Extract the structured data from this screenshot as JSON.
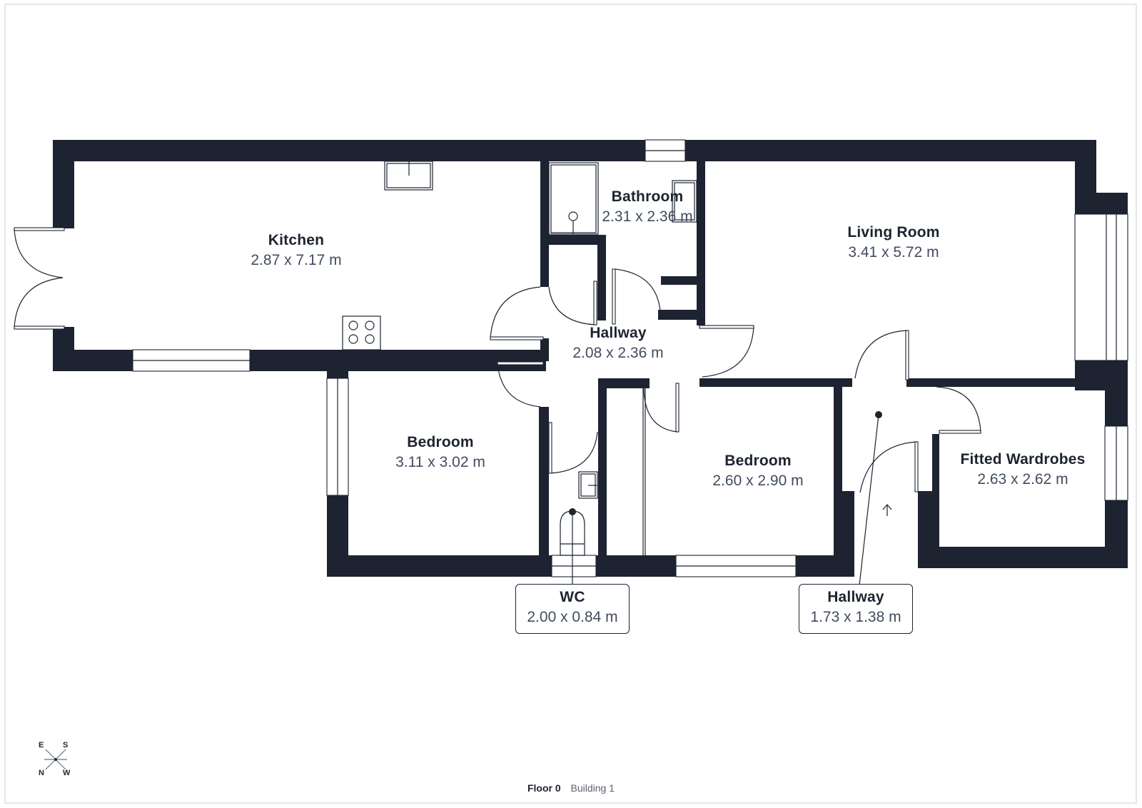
{
  "plan": {
    "floor_label": "Floor 0",
    "building_label": "Building 1",
    "wall_color": "#1d2330",
    "text_color": "#414c5e"
  },
  "rooms": [
    {
      "id": "kitchen",
      "name": "Kitchen",
      "dimensions": "2.87 x 7.17 m"
    },
    {
      "id": "bathroom",
      "name": "Bathroom",
      "dimensions": "2.31 x 2.36 m"
    },
    {
      "id": "living-room",
      "name": "Living Room",
      "dimensions": "3.41 x 5.72 m"
    },
    {
      "id": "hallway-main",
      "name": "Hallway",
      "dimensions": "2.08 x 2.36 m"
    },
    {
      "id": "bedroom-1",
      "name": "Bedroom",
      "dimensions": "3.11 x 3.02 m"
    },
    {
      "id": "bedroom-2",
      "name": "Bedroom",
      "dimensions": "2.60 x 2.90 m"
    },
    {
      "id": "fitted-wardrobes",
      "name": "Fitted Wardrobes",
      "dimensions": "2.63 x 2.62 m"
    }
  ],
  "callouts": [
    {
      "id": "wc",
      "name": "WC",
      "dimensions": "2.00 x 0.84 m"
    },
    {
      "id": "hallway-entry",
      "name": "Hallway",
      "dimensions": "1.73 x 1.38 m"
    }
  ],
  "compass": {
    "top_left": "E",
    "top_right": "S",
    "bottom_left": "N",
    "bottom_right": "W"
  },
  "fixtures": [
    "kitchen-sink",
    "hob",
    "shower",
    "bathroom-sink",
    "wc-basin",
    "toilet",
    "entrance-arrow"
  ]
}
